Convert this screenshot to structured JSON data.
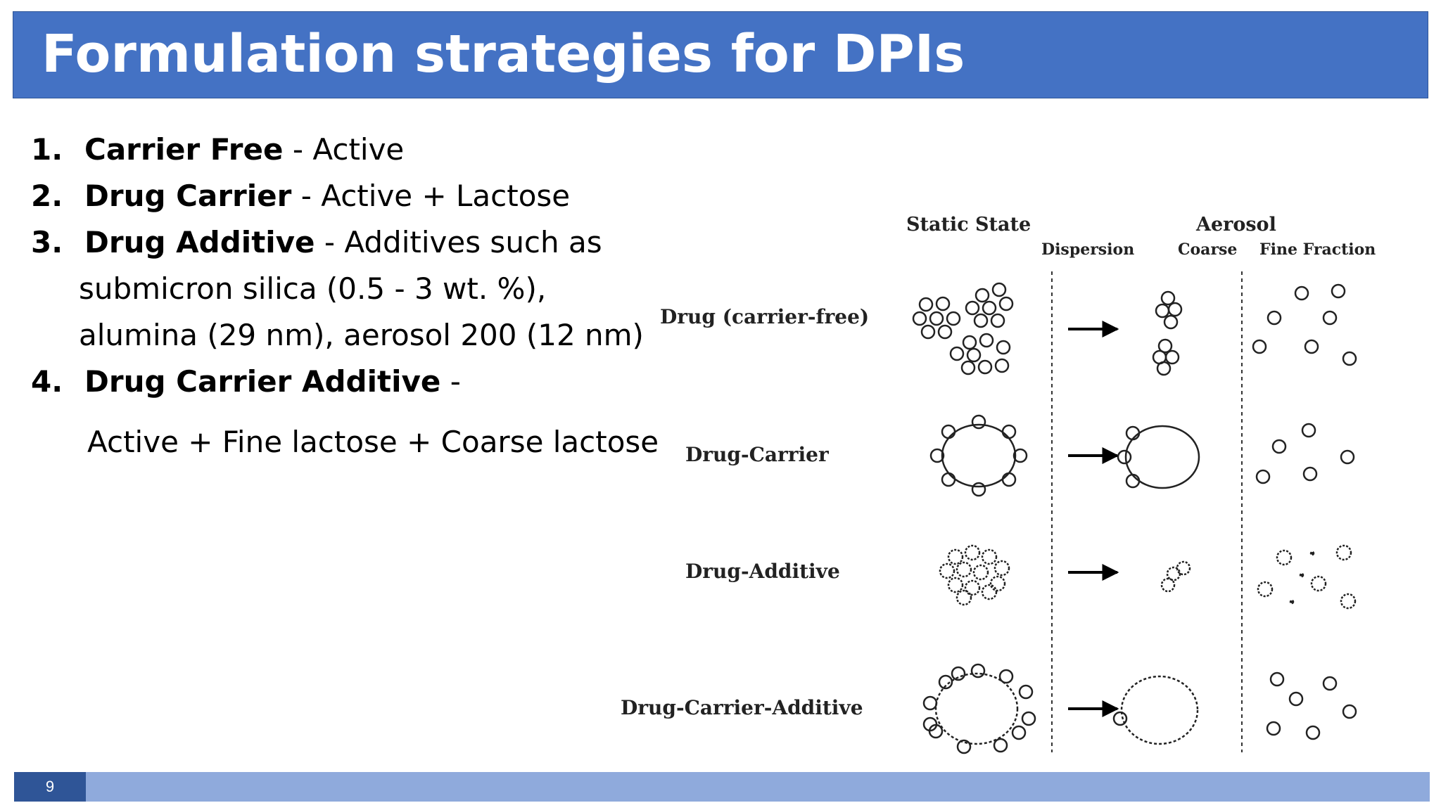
{
  "slide": {
    "title": "Formulation strategies for DPIs",
    "page_number": "9"
  },
  "list": [
    {
      "num": "1.",
      "term": "Carrier Free",
      "desc": " - Active"
    },
    {
      "num": "2.",
      "term": "Drug Carrier",
      "desc": " - Active + Lactose"
    },
    {
      "num": "3.",
      "term": "Drug Additive",
      "desc": " - Additives such as"
    },
    {
      "num": "4.",
      "term": "Drug Carrier Additive",
      "desc": " -"
    }
  ],
  "list_continuations": {
    "item3_line2": "submicron silica (0.5 - 3 wt. %),",
    "item3_line3": "alumina (29 nm), aerosol 200 (12 nm)",
    "item4_line2": "Active + Fine lactose + Coarse lactose"
  },
  "diagram": {
    "headers": {
      "static_state": "Static State",
      "aerosol": "Aerosol",
      "dispersion": "Dispersion",
      "coarse": "Coarse",
      "fine_fraction": "Fine Fraction"
    },
    "rows": [
      "Drug (carrier-free)",
      "Drug-Carrier",
      "Drug-Additive",
      "Drug-Carrier-Additive"
    ]
  },
  "colors": {
    "title_bar": "#4472c4",
    "footer_bar": "#8faadc",
    "page_box": "#2f5597"
  }
}
